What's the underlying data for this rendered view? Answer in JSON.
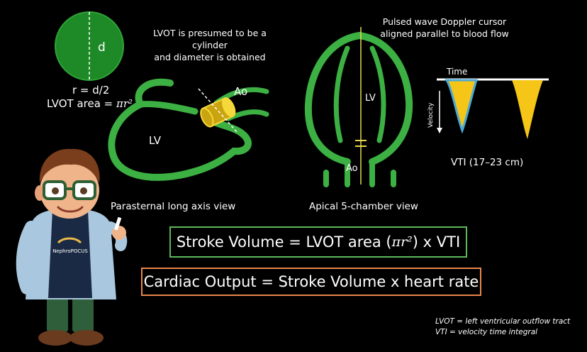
{
  "circle": {
    "d_label": "d",
    "radius_formula": "r = d/2",
    "area_formula_prefix": "LVOT area = ",
    "area_formula_math": "πr²"
  },
  "lvot_note": {
    "line1": "LVOT is presumed to be a cylinder",
    "line2": "and diameter is obtained"
  },
  "plax": {
    "lv_label": "LV",
    "ao_label": "Ao",
    "caption": "Parasternal long axis view"
  },
  "a5c": {
    "lv_label": "LV",
    "ao_label": "Ao",
    "caption": "Apical 5-chamber view",
    "cursor_note_line1": "Pulsed wave Doppler cursor",
    "cursor_note_line2": "aligned parallel to blood flow"
  },
  "doppler": {
    "time_label": "Time",
    "velocity_label": "Velocity",
    "vti_label": "VTI (17–23 cm)"
  },
  "formulas": {
    "stroke_volume_left": "Stroke Volume = LVOT area (",
    "stroke_volume_math": "πr²",
    "stroke_volume_right": ") x VTI",
    "cardiac_output": "Cardiac Output = Stroke Volume x heart rate"
  },
  "mascot": {
    "shirt_brand": "NephroPOCUS"
  },
  "footnotes": {
    "lvot": "LVOT = left ventricular outflow tract",
    "vti": "VTI = velocity time integral"
  },
  "colors": {
    "green": "#3cb043",
    "yellow": "#f5c518",
    "box_green": "#5cb85c",
    "box_orange": "#e8864a",
    "doppler_outline": "#4aa8d8"
  }
}
